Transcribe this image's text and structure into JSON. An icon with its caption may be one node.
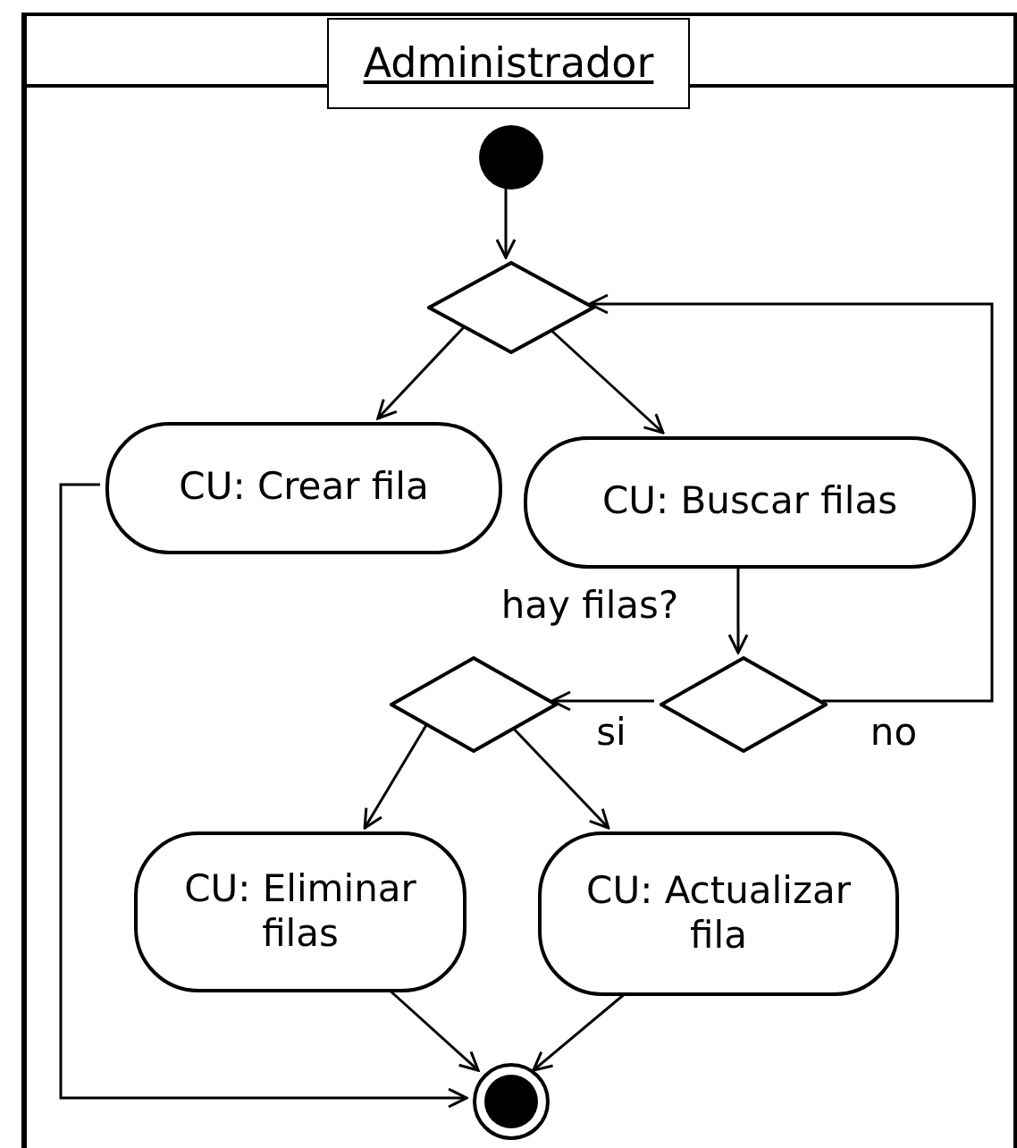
{
  "diagram": {
    "nodes": [
      {
        "text": [
          "Administrador"
        ]
      },
      {
        "text": [],
        "shape": "circle",
        "in": 0
      },
      {
        "text": [],
        "shape": "diamond",
        "in": 0
      },
      {
        "text": [
          "CU: Crear fila"
        ],
        "in": 0
      },
      {
        "text": [
          "CU: Buscar filas"
        ],
        "in": 0
      },
      {
        "text": [],
        "shape": "diamond",
        "in": 0
      },
      {
        "text": [],
        "shape": "diamond",
        "in": 0
      },
      {
        "text": [
          "CU: Eliminar filas"
        ],
        "in": 0
      },
      {
        "text": [
          "CU: Actualizar fila"
        ],
        "in": 0
      },
      {
        "text": [],
        "shape": "bullseye",
        "in": 0
      }
    ],
    "edges": [
      {
        "from": 1,
        "to": 2,
        "arrow": "to"
      },
      {
        "from": 2,
        "to": 3,
        "arrow": "to"
      },
      {
        "from": 2,
        "to": 4,
        "arrow": "to"
      },
      {
        "from": 4,
        "to": 6,
        "arrow": "to",
        "label": "hay filas?"
      },
      {
        "from": 6,
        "to": 5,
        "arrow": "to",
        "label": "si"
      },
      {
        "from": 6,
        "to": 2,
        "arrow": "to",
        "label": "no"
      },
      {
        "from": 5,
        "to": 7,
        "arrow": "to"
      },
      {
        "from": 5,
        "to": 8,
        "arrow": "to"
      },
      {
        "from": 3,
        "to": 9,
        "arrow": "to"
      },
      {
        "from": 7,
        "to": 9,
        "arrow": "to"
      },
      {
        "from": 8,
        "to": 9,
        "arrow": "to"
      }
    ]
  }
}
